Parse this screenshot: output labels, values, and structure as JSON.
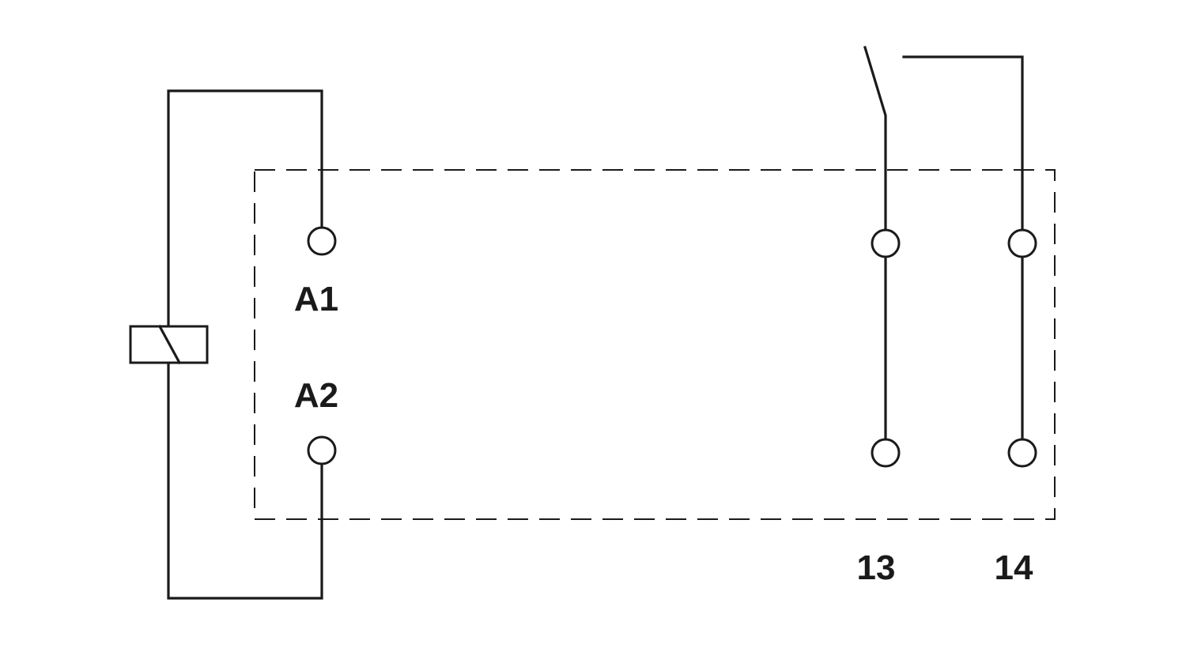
{
  "diagram": {
    "terminals": {
      "a1": "A1",
      "a2": "A2",
      "t13": "13",
      "t14": "14"
    },
    "colors": {
      "line": "#1a1a1a",
      "background": "#ffffff"
    }
  }
}
